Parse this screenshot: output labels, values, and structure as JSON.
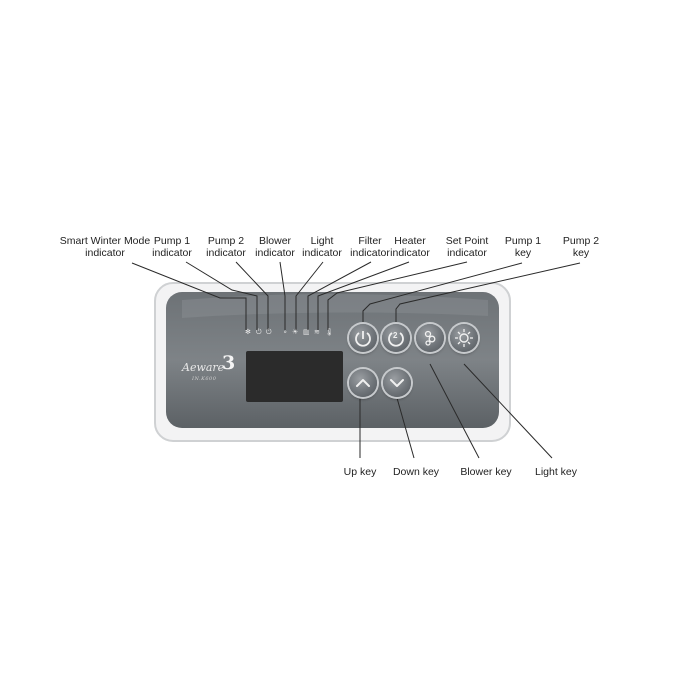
{
  "labels_top": [
    {
      "id": "smart-winter",
      "lines": [
        "Smart Winter Mode",
        "indicator"
      ]
    },
    {
      "id": "pump1-ind",
      "lines": [
        "Pump 1",
        "indicator"
      ]
    },
    {
      "id": "pump2-ind",
      "lines": [
        "Pump 2",
        "indicator"
      ]
    },
    {
      "id": "blower-ind",
      "lines": [
        "Blower",
        "indicator"
      ]
    },
    {
      "id": "light-ind",
      "lines": [
        "Light",
        "indicator"
      ]
    },
    {
      "id": "filter-ind",
      "lines": [
        "Filter",
        "indicator"
      ]
    },
    {
      "id": "heater-ind",
      "lines": [
        "Heater",
        "indicator"
      ]
    },
    {
      "id": "setpoint-ind",
      "lines": [
        "Set Point",
        "indicator"
      ]
    },
    {
      "id": "pump1-key",
      "lines": [
        "Pump 1",
        "key"
      ]
    },
    {
      "id": "pump2-key",
      "lines": [
        "Pump 2",
        "key"
      ]
    }
  ],
  "labels_bottom": [
    {
      "id": "up-key",
      "text": "Up key"
    },
    {
      "id": "down-key",
      "text": "Down key"
    },
    {
      "id": "blower-key",
      "text": "Blower key"
    },
    {
      "id": "light-key",
      "text": "Light key"
    }
  ],
  "logo": {
    "main": "Aeware",
    "number": "3",
    "sub": "IN.K600"
  },
  "panel": {
    "indicators": [
      "snowflake-icon",
      "pump-1-icon",
      "pump-2-icon",
      "blower-icon",
      "light-icon",
      "filter-icon",
      "heater-icon",
      "thermometer-icon"
    ],
    "keys": [
      {
        "id": "pump1",
        "icon": "power-1-icon"
      },
      {
        "id": "pump2",
        "icon": "power-2-icon"
      },
      {
        "id": "blower",
        "icon": "bubbles-icon"
      },
      {
        "id": "light",
        "icon": "sun-icon"
      },
      {
        "id": "up",
        "icon": "chevron-up-icon"
      },
      {
        "id": "down",
        "icon": "chevron-down-icon"
      }
    ]
  }
}
